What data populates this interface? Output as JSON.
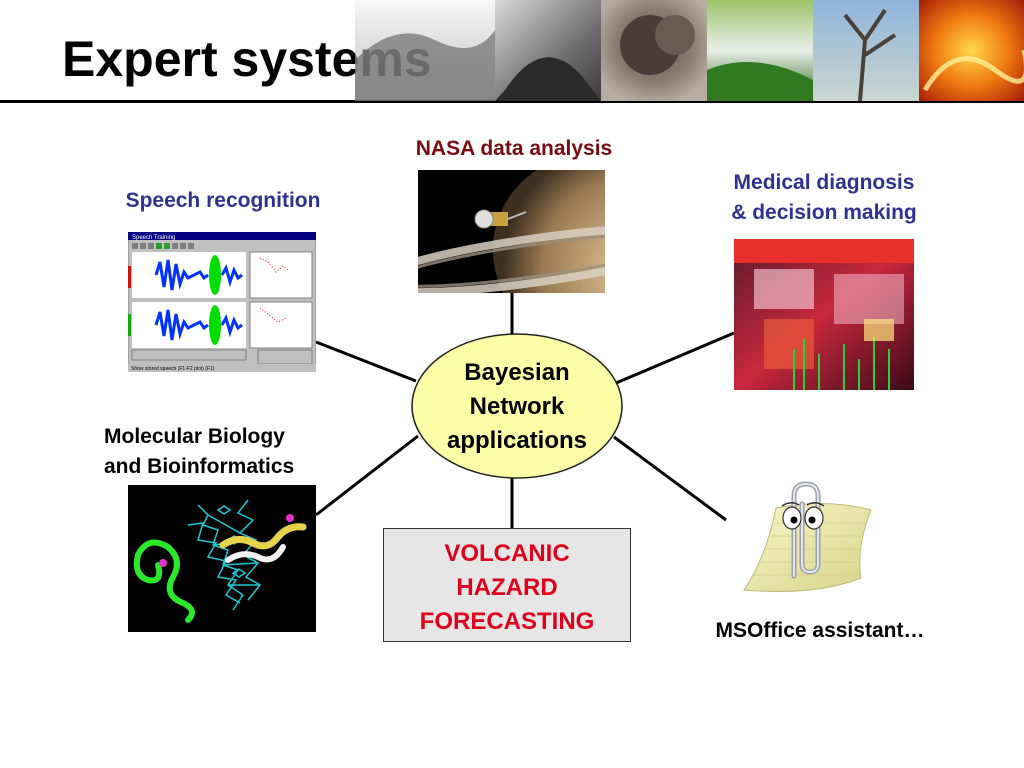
{
  "slide": {
    "title": "Expert systems",
    "center": {
      "line1": "Bayesian",
      "line2": "Network",
      "line3": "applications"
    },
    "nasa_label": "NASA data analysis",
    "speech_label": "Speech recognition",
    "medical_label_line1": "Medical diagnosis",
    "medical_label_line2": "& decision making",
    "molecular_label_line1": "Molecular Biology",
    "molecular_label_line2": "and Bioinformatics",
    "volcanic": {
      "line1": "VOLCANIC",
      "line2": "HAZARD",
      "line3": "FORECASTING"
    },
    "msoffice_label": "MSOffice assistant…",
    "speech_window_title": "Speech Training",
    "speech_status": "Show stored speech (F1-F2 plot) (F1)"
  },
  "colors": {
    "label_blue": "#2e3192",
    "label_maroon": "#7a0a12",
    "volcanic_red": "#e0001b",
    "ellipse_fill": "#ffffa8",
    "box_fill": "#e6e6e6"
  },
  "icons": {
    "banner": "volcano-photo-strip",
    "nasa": "saturn-spacecraft-photo",
    "speech": "waveform-software-screenshot",
    "medical": "emergency-room-photo",
    "molecular": "protein-dna-3d-model",
    "msoffice": "paperclip-assistant"
  }
}
